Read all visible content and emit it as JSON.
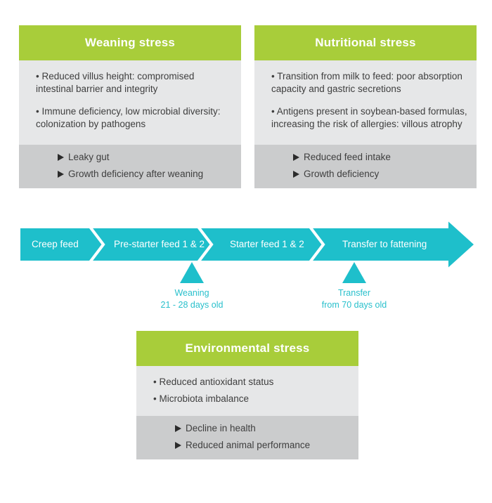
{
  "colors": {
    "header_green": "#a8cd3a",
    "causes_bg": "#e6e7e8",
    "effects_bg": "#cbcccd",
    "timeline_teal": "#1ebfcb",
    "milestone_text": "#29c0cc"
  },
  "weaning_stress": {
    "title": "Weaning stress",
    "causes": [
      "• Reduced villus height: compromised intestinal barrier and integrity",
      "• Immune deficiency, low microbial diversity: colonization by pathogens"
    ],
    "effects": [
      "Leaky gut",
      "Growth deficiency after weaning"
    ]
  },
  "nutritional_stress": {
    "title": "Nutritional stress",
    "causes": [
      "• Transition from milk to feed: poor absorption capacity and gastric secretions",
      "• Antigens present in soybean-based formulas, increasing the risk of allergies: villous atrophy"
    ],
    "effects": [
      "Reduced feed intake",
      "Growth deficiency"
    ]
  },
  "environmental_stress": {
    "title": "Environmental stress",
    "causes": [
      "• Reduced antioxidant status",
      "• Microbiota imbalance"
    ],
    "effects": [
      "Decline in health",
      "Reduced animal performance"
    ]
  },
  "timeline": {
    "stages": [
      "Creep feed",
      "Pre-starter feed 1 & 2",
      "Starter feed 1 & 2",
      "Transfer to fattening"
    ],
    "milestones": [
      {
        "line1": "Weaning",
        "line2": "21 - 28 days old"
      },
      {
        "line1": "Transfer",
        "line2": "from 70 days old"
      }
    ]
  }
}
